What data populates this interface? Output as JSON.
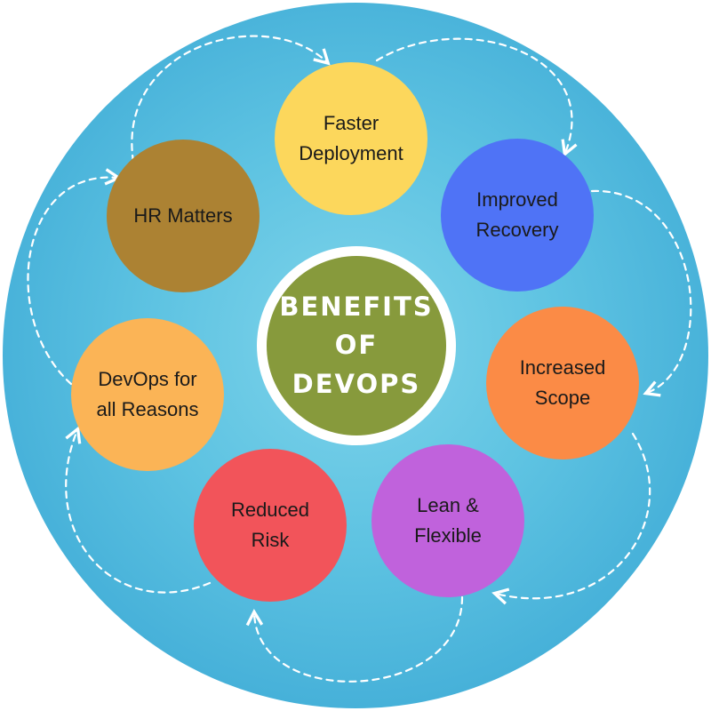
{
  "center": {
    "title": "BENEFITS\nOF\nDEVOPS",
    "color": "#879a3c"
  },
  "benefits": [
    {
      "label": "Faster\nDeployment",
      "color": "#fcd75c"
    },
    {
      "label": "Improved\nRecovery",
      "color": "#4f73f6"
    },
    {
      "label": "Increased\nScope",
      "color": "#fb8b46"
    },
    {
      "label": "Lean &\nFlexible",
      "color": "#c062dc"
    },
    {
      "label": "Reduced\nRisk",
      "color": "#f2545a"
    },
    {
      "label": "DevOps for\nall Reasons",
      "color": "#fbb456"
    },
    {
      "label": "HR Matters",
      "color": "#ac8233"
    }
  ],
  "background_color": "#5ec3e2",
  "arrow_style": "white dashed curved arrows linking benefits clockwise"
}
